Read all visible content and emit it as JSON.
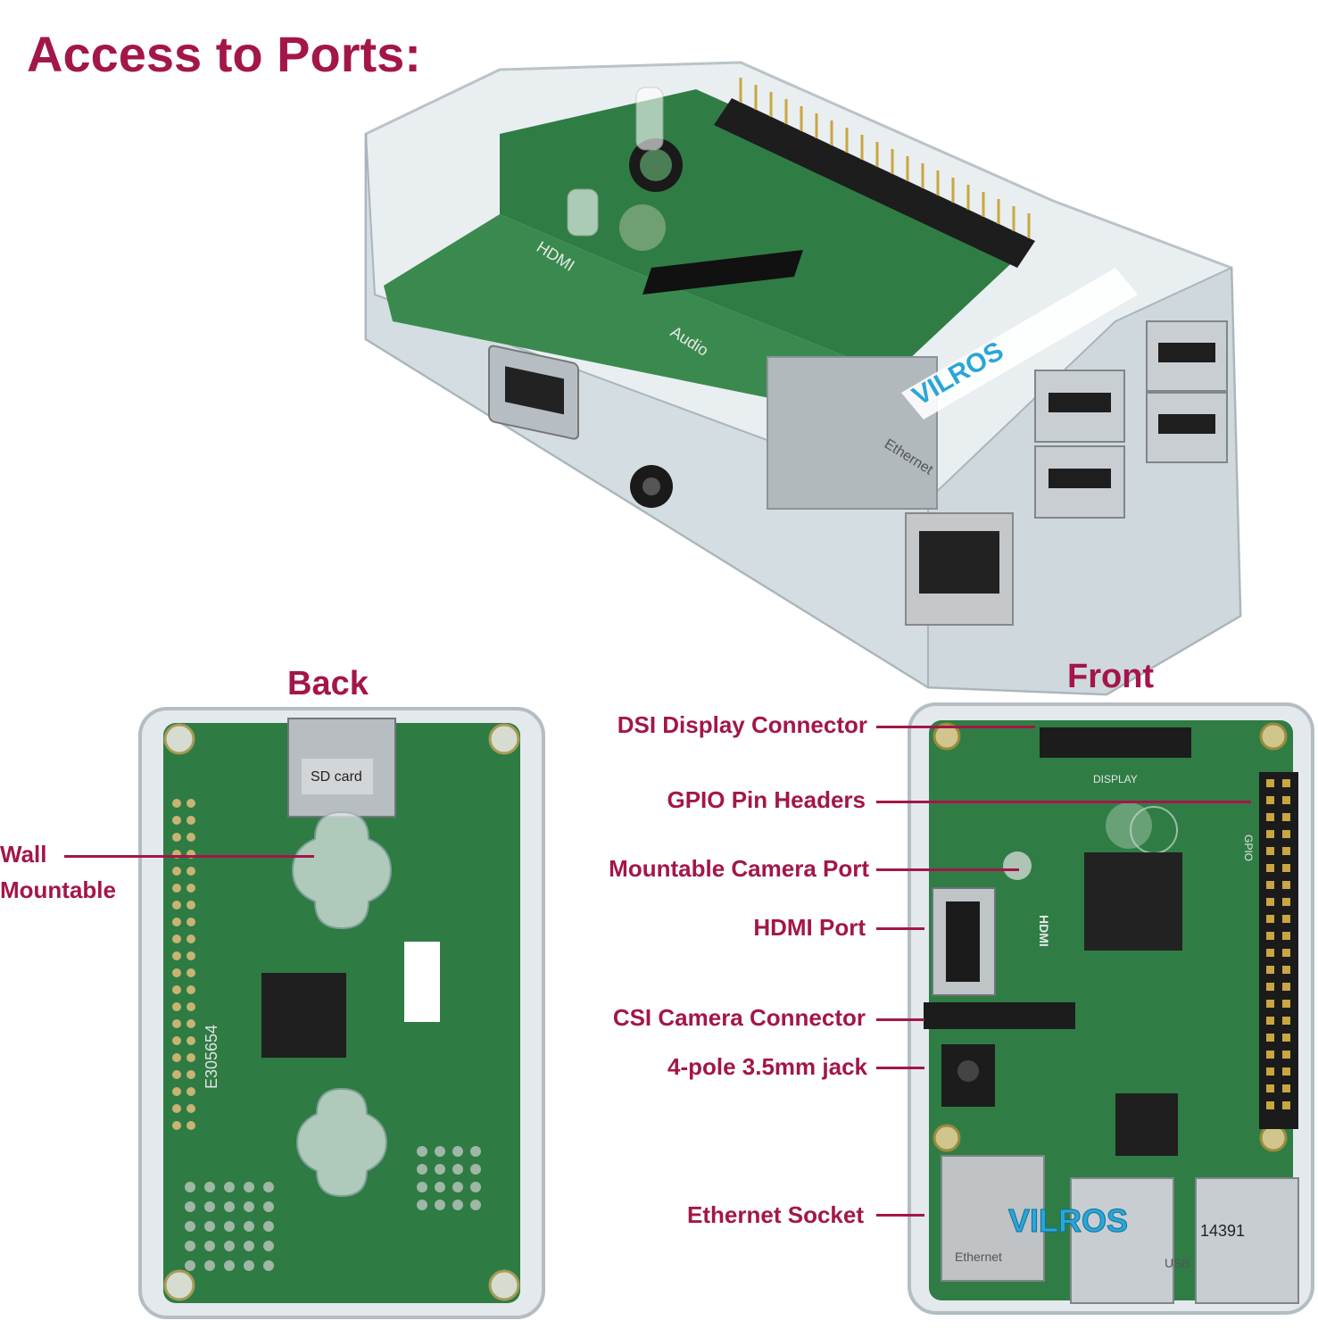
{
  "title": "Access to Ports:",
  "back_view": {
    "heading": "Back",
    "label_line1": "Wall",
    "label_line2": "Mountable"
  },
  "front_view": {
    "heading": "Front",
    "labels": [
      "DSI Display Connector",
      "GPIO Pin Headers",
      "Mountable Camera Port",
      "HDMI Port",
      "CSI Camera Connector",
      "4-pole 3.5mm jack",
      "Ethernet Socket"
    ]
  },
  "board_markings": {
    "brand": "VILROS",
    "hdmi": "HDMI",
    "audio": "Audio",
    "ethernet": "Ethernet",
    "usb": "USB",
    "display": "DISPLAY",
    "gpio": "GPIO",
    "sd": "SD card",
    "cert": "E305654",
    "code": "14391"
  },
  "colors": {
    "accent": "#a3164a",
    "pcb": "#2f7d45",
    "case": "#dfe6ea"
  }
}
